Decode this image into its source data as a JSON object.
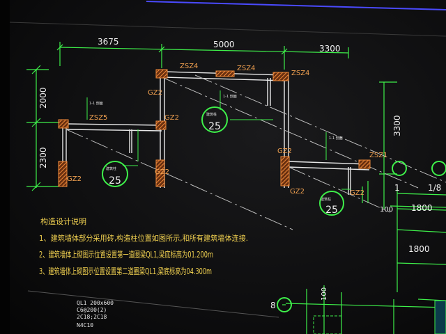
{
  "colors": {
    "background": "#0d0d0e",
    "dimension_green": "#3ef04a",
    "text_white": "#f1f1f1",
    "label_orange": "#f0a050",
    "note_yellow": "#f0d050",
    "column_hatch": "#e07030",
    "beam_white": "#e8e8e8"
  },
  "dimensions": {
    "top_left": "3675",
    "top_mid": "5000",
    "top_right": "3300",
    "left_upper": "2000",
    "left_lower": "2300",
    "right_vertical": "3300",
    "bottom_100_a": "100",
    "bottom_100_b": "100"
  },
  "room_sizes": {
    "a": "1800",
    "b": "1800"
  },
  "beam_labels": {
    "zsz4_a": "ZSZ4",
    "zsz4_b": "ZSZ4",
    "zsz4_c": "ZSZ4",
    "zsz5": "ZSZ5",
    "zsz1": "ZSZ1"
  },
  "column_labels": {
    "gz2_a": "GZ2",
    "gz2_b": "GZ2",
    "gz2_c": "GZ2",
    "gz2_d": "GZ2",
    "gz2_e": "GZ2",
    "gz2_f": "GZ2",
    "gz2_g": "GZ2"
  },
  "callouts": {
    "c1": "25",
    "c2": "25",
    "c3": "25"
  },
  "axis_labels": {
    "right_1": "1",
    "right_frac": "1/8",
    "bottom_axis": "8"
  },
  "notes": {
    "heading": "构造设计说明",
    "line1": "1、建筑墙体部分采用砖,构造柱位置如图所示,和所有建筑墙体连接.",
    "line2": "2、建筑墙体上砌图示位置设置第一道圈梁QL1,梁底标高为01.200m",
    "line3": "3、建筑墙体上砌图示位置设置第二道圈梁QL1,梁底标高为04.300m"
  },
  "beam_spec": {
    "l1": "QL1 200x600",
    "l2": "C6@200(2)",
    "l3": "2C18;2C18",
    "l4": "N4C10"
  }
}
